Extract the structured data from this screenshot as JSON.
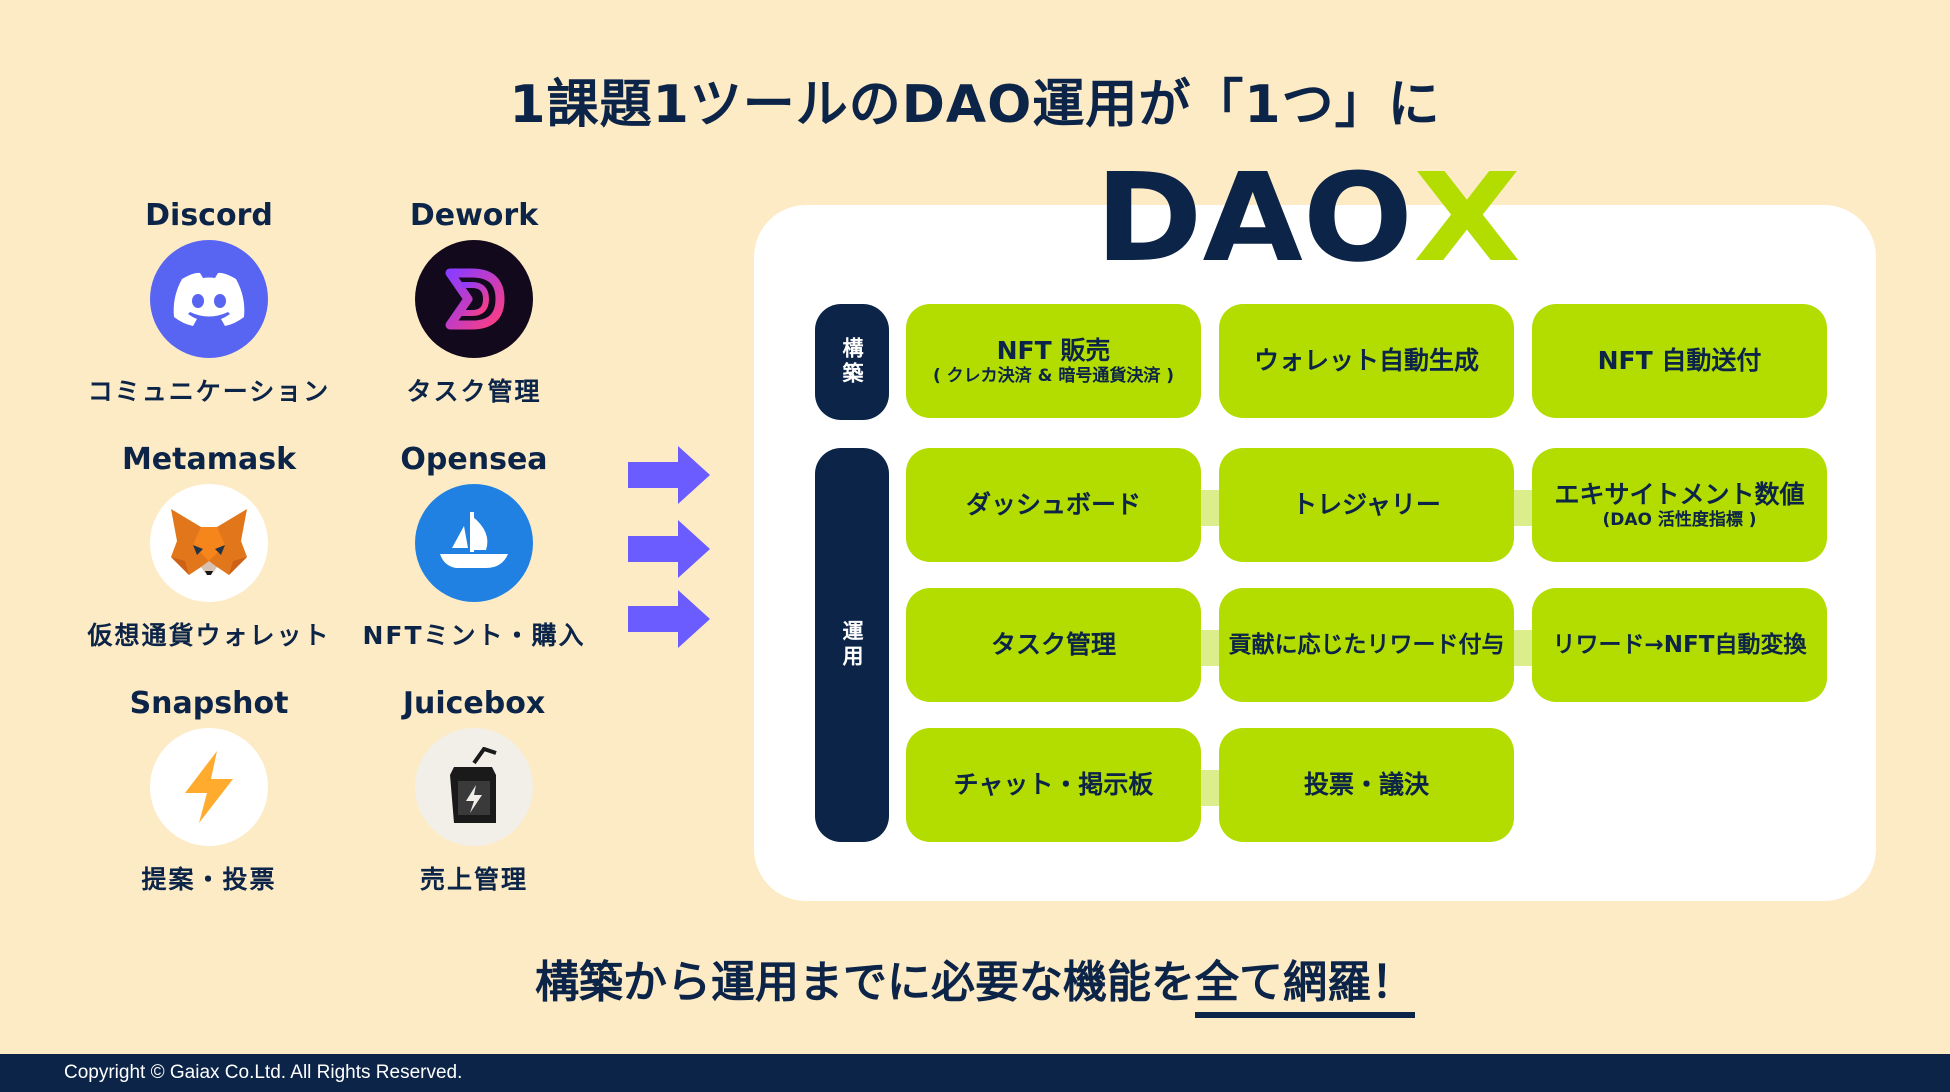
{
  "page": {
    "title": "1課題1ツールのDAO運用が「1つ」に",
    "bottom_prefix": "構築から運用までに必要な機能を",
    "bottom_underlined": "全て網羅！",
    "copyright": "Copyright © Gaiax Co.Ltd. All Rights Reserved."
  },
  "colors": {
    "background": "#fdebc6",
    "navy": "#0b2447",
    "lime": "#b3dc00",
    "arrow": "#6a5cff"
  },
  "tools": [
    {
      "name": "Discord",
      "desc": "コミュニケーション",
      "icon": "discord-icon"
    },
    {
      "name": "Dework",
      "desc": "タスク管理",
      "icon": "dework-icon"
    },
    {
      "name": "Metamask",
      "desc": "仮想通貨ウォレット",
      "icon": "metamask-fox-icon"
    },
    {
      "name": "Opensea",
      "desc": "NFTミント・購入",
      "icon": "opensea-sailboat-icon"
    },
    {
      "name": "Snapshot",
      "desc": "提案・投票",
      "icon": "snapshot-lightning-icon"
    },
    {
      "name": "Juicebox",
      "desc": "売上管理",
      "icon": "juicebox-icon"
    }
  ],
  "logo": {
    "text_main": "DAO",
    "text_accent": "X"
  },
  "sections": {
    "build": "構築",
    "operate": "運用"
  },
  "build_cards": [
    {
      "main": "NFT 販売",
      "sub": "( クレカ決済 & 暗号通貨決済 )"
    },
    {
      "main": "ウォレット自動生成",
      "sub": ""
    },
    {
      "main": "NFT 自動送付",
      "sub": ""
    }
  ],
  "operate_cards": [
    {
      "main": "ダッシュボード",
      "sub": ""
    },
    {
      "main": "トレジャリー",
      "sub": ""
    },
    {
      "main": "エキサイトメント数値",
      "sub": "(DAO 活性度指標 )"
    },
    {
      "main": "タスク管理",
      "sub": ""
    },
    {
      "main": "貢献に応じたリワード付与",
      "sub": ""
    },
    {
      "main": "リワード→NFT自動変換",
      "sub": ""
    },
    {
      "main": "チャット・掲示板",
      "sub": ""
    },
    {
      "main": "投票・議決",
      "sub": ""
    }
  ]
}
